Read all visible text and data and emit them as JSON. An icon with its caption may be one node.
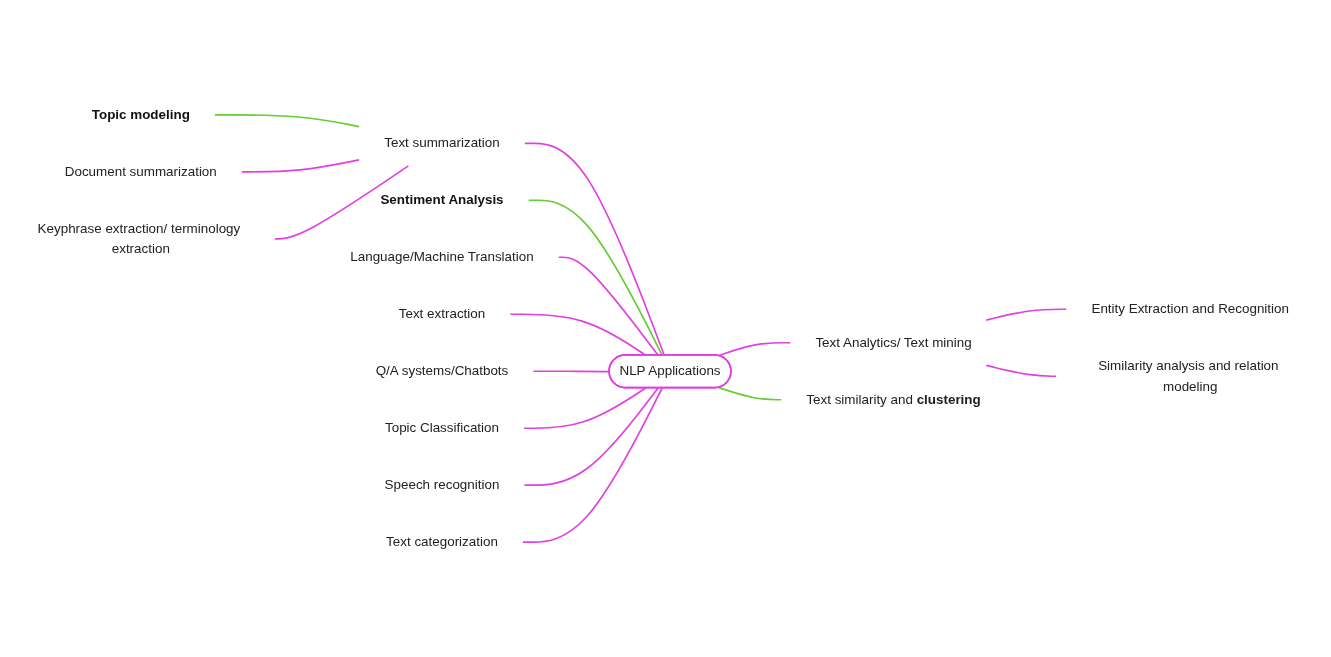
{
  "diagram": {
    "nodes": [
      {
        "text": [
          "Topic modeling"
        ]
      },
      {
        "text": [
          "Document summarization"
        ]
      },
      {
        "text": [
          "Keyphrase extraction/ terminology extraction"
        ]
      },
      {
        "text": [
          "Text summarization"
        ]
      },
      {
        "text": [
          "Entity Extraction and Recognition"
        ]
      },
      {
        "text": [
          "Sentiment Analysis"
        ]
      },
      {
        "text": [
          "Text Analytics/ Text mining"
        ]
      },
      {
        "text": [
          "Language/Machine Translation"
        ]
      },
      {
        "text": [
          "Similarity analysis and relation modeling"
        ]
      },
      {
        "text": [
          "Text extraction"
        ]
      },
      {
        "text": [
          "NLP Applications"
        ]
      },
      {
        "text": [
          "Q/A systems/Chatbots"
        ]
      },
      {
        "text": [
          "Topic Classification"
        ]
      },
      {
        "text": [
          "Speech recognition"
        ]
      },
      {
        "text": [
          "Text similarity and **clustering**"
        ]
      },
      {
        "text": [
          "Text categorization"
        ]
      }
    ],
    "edges": [
      {
        "from": 0,
        "to": 3,
        "arrow": "none",
        "color": "#66cc33"
      },
      {
        "from": 1,
        "to": 3,
        "arrow": "none"
      },
      {
        "from": 2,
        "to": 3,
        "arrow": "none"
      },
      {
        "from": 3,
        "to": 10,
        "arrow": "none"
      },
      {
        "from": 5,
        "to": 10,
        "arrow": "none",
        "color": "#66cc33"
      },
      {
        "from": 7,
        "to": 10,
        "arrow": "none"
      },
      {
        "from": 9,
        "to": 10,
        "arrow": "none"
      },
      {
        "from": 11,
        "to": 10,
        "arrow": "none"
      },
      {
        "from": 12,
        "to": 10,
        "arrow": "none"
      },
      {
        "from": 13,
        "to": 10,
        "arrow": "none"
      },
      {
        "from": 15,
        "to": 10,
        "arrow": "none"
      },
      {
        "from": 10,
        "to": 6,
        "arrow": "none"
      },
      {
        "from": 6,
        "to": 4,
        "arrow": "none"
      },
      {
        "from": 6,
        "to": 8,
        "arrow": "none"
      },
      {
        "from": 10,
        "to": 14,
        "arrow": "none",
        "color": "#66cc33"
      }
    ]
  }
}
